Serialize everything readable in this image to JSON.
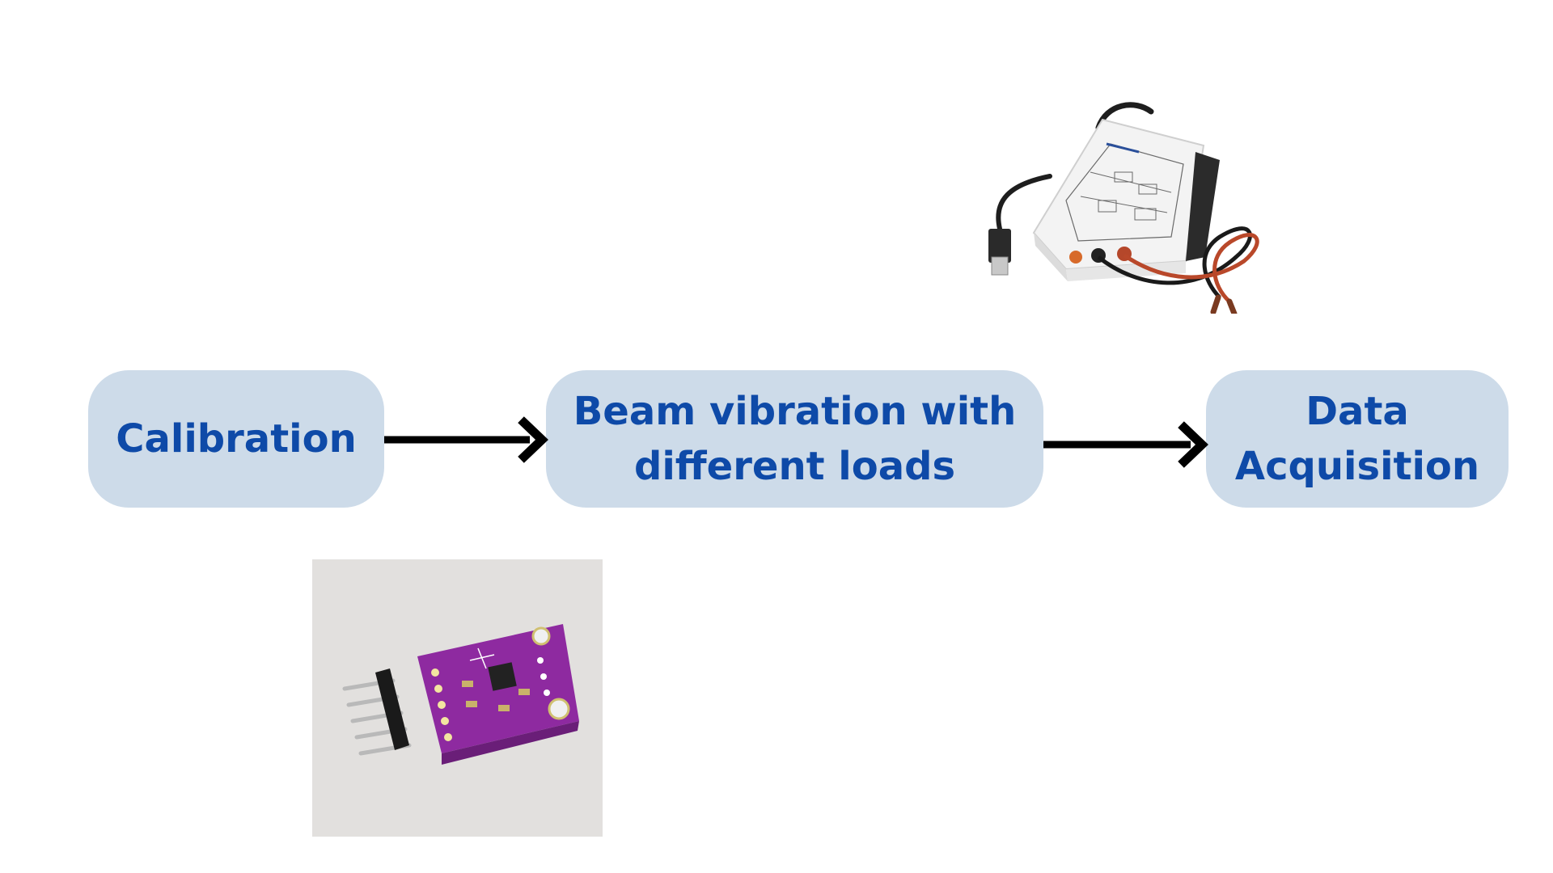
{
  "steps": [
    {
      "label": "Calibration"
    },
    {
      "label": "Beam vibration with different loads"
    },
    {
      "label": "Data Acquisition"
    }
  ],
  "colors": {
    "box_fill": "#cddbe9",
    "text": "#0e4aa8",
    "arrow": "#000000",
    "pcb": "#8e2aa0"
  },
  "images": [
    {
      "icon": "data-acquisition-device-photo"
    },
    {
      "icon": "accelerometer-sensor-board-photo"
    }
  ]
}
